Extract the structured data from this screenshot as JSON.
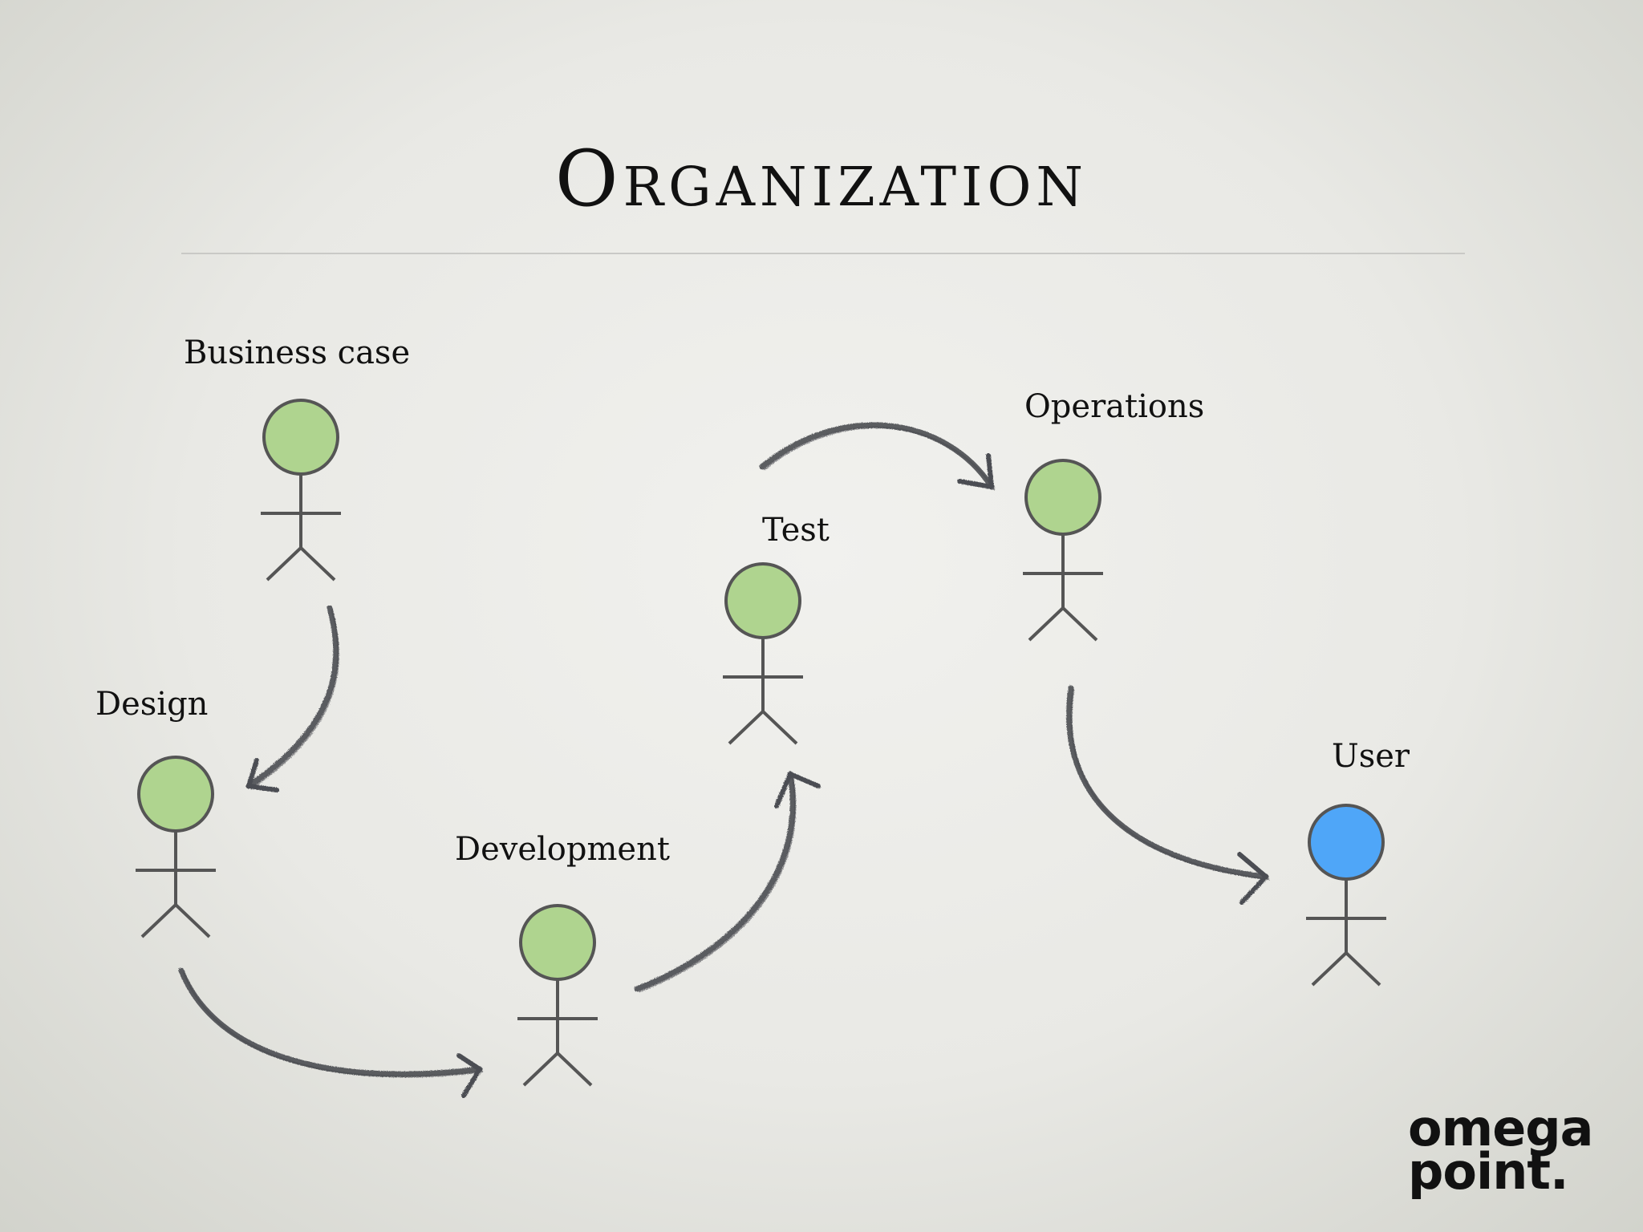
{
  "slide": {
    "title": "Organization",
    "roles": [
      {
        "id": "business-case",
        "label": "Business case",
        "color": "#afd48f"
      },
      {
        "id": "design",
        "label": "Design",
        "color": "#afd48f"
      },
      {
        "id": "development",
        "label": "Development",
        "color": "#afd48f"
      },
      {
        "id": "test",
        "label": "Test",
        "color": "#afd48f"
      },
      {
        "id": "operations",
        "label": "Operations",
        "color": "#afd48f"
      },
      {
        "id": "user",
        "label": "User",
        "color": "#4fa6f8"
      }
    ],
    "flow": [
      {
        "from": "business-case",
        "to": "design"
      },
      {
        "from": "design",
        "to": "development"
      },
      {
        "from": "development",
        "to": "test"
      },
      {
        "from": "test",
        "to": "operations"
      },
      {
        "from": "operations",
        "to": "user"
      }
    ],
    "logo": {
      "line1": "omega",
      "line2": "point."
    },
    "colors": {
      "figure_stroke": "#555555",
      "arrow": "#4b4d52",
      "text": "#111111"
    }
  }
}
